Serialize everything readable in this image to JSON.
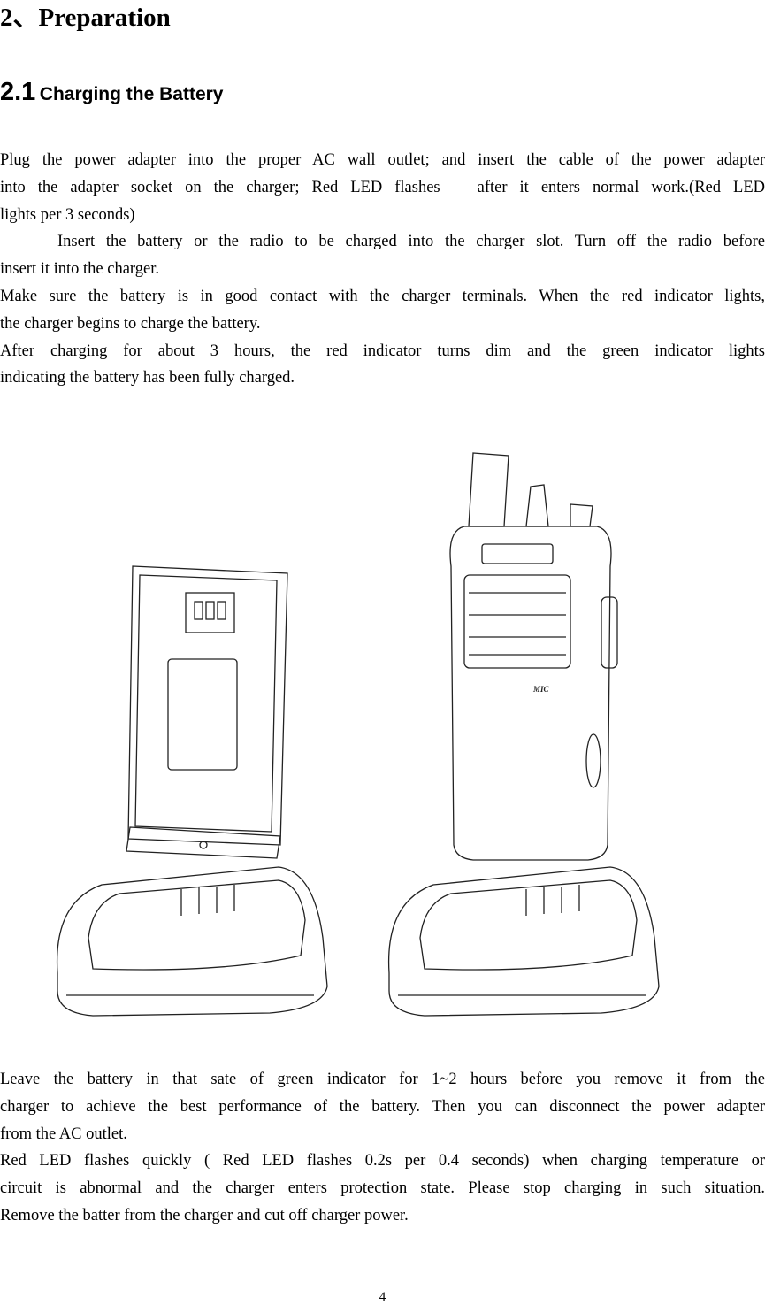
{
  "heading": "2、Preparation",
  "section": {
    "number": "2.1",
    "title": "Charging the Battery"
  },
  "para1_lines": [
    "Plug the power adapter into the proper AC wall outlet; and insert the cable of the power adapter",
    "into the adapter socket on the charger; Red LED flashes   after it enters normal work.(Red LED",
    "lights per 3 seconds)",
    "Insert the battery or the radio to be charged into the charger slot. Turn off the radio before",
    "insert it into the charger.",
    "Make sure the battery is in good contact with the charger terminals. When the red indicator lights,",
    "the charger begins to charge the battery.",
    "After charging for about 3 hours, the red indicator turns dim and the green indicator lights",
    "indicating the battery has been fully charged."
  ],
  "figure": {
    "radio_logo": "MIC"
  },
  "para2_lines": [
    "Leave the battery in that sate of green indicator for 1~2 hours before you remove it from the",
    "charger to achieve the best performance of the battery. Then you can disconnect the power adapter",
    "from the AC outlet.",
    "Red LED flashes quickly ( Red LED flashes 0.2s per 0.4 seconds) when charging temperature or",
    "circuit is abnormal and the charger enters protection state. Please stop charging in such situation.",
    "Remove the batter from the charger and cut off charger power."
  ],
  "page_number": "4"
}
